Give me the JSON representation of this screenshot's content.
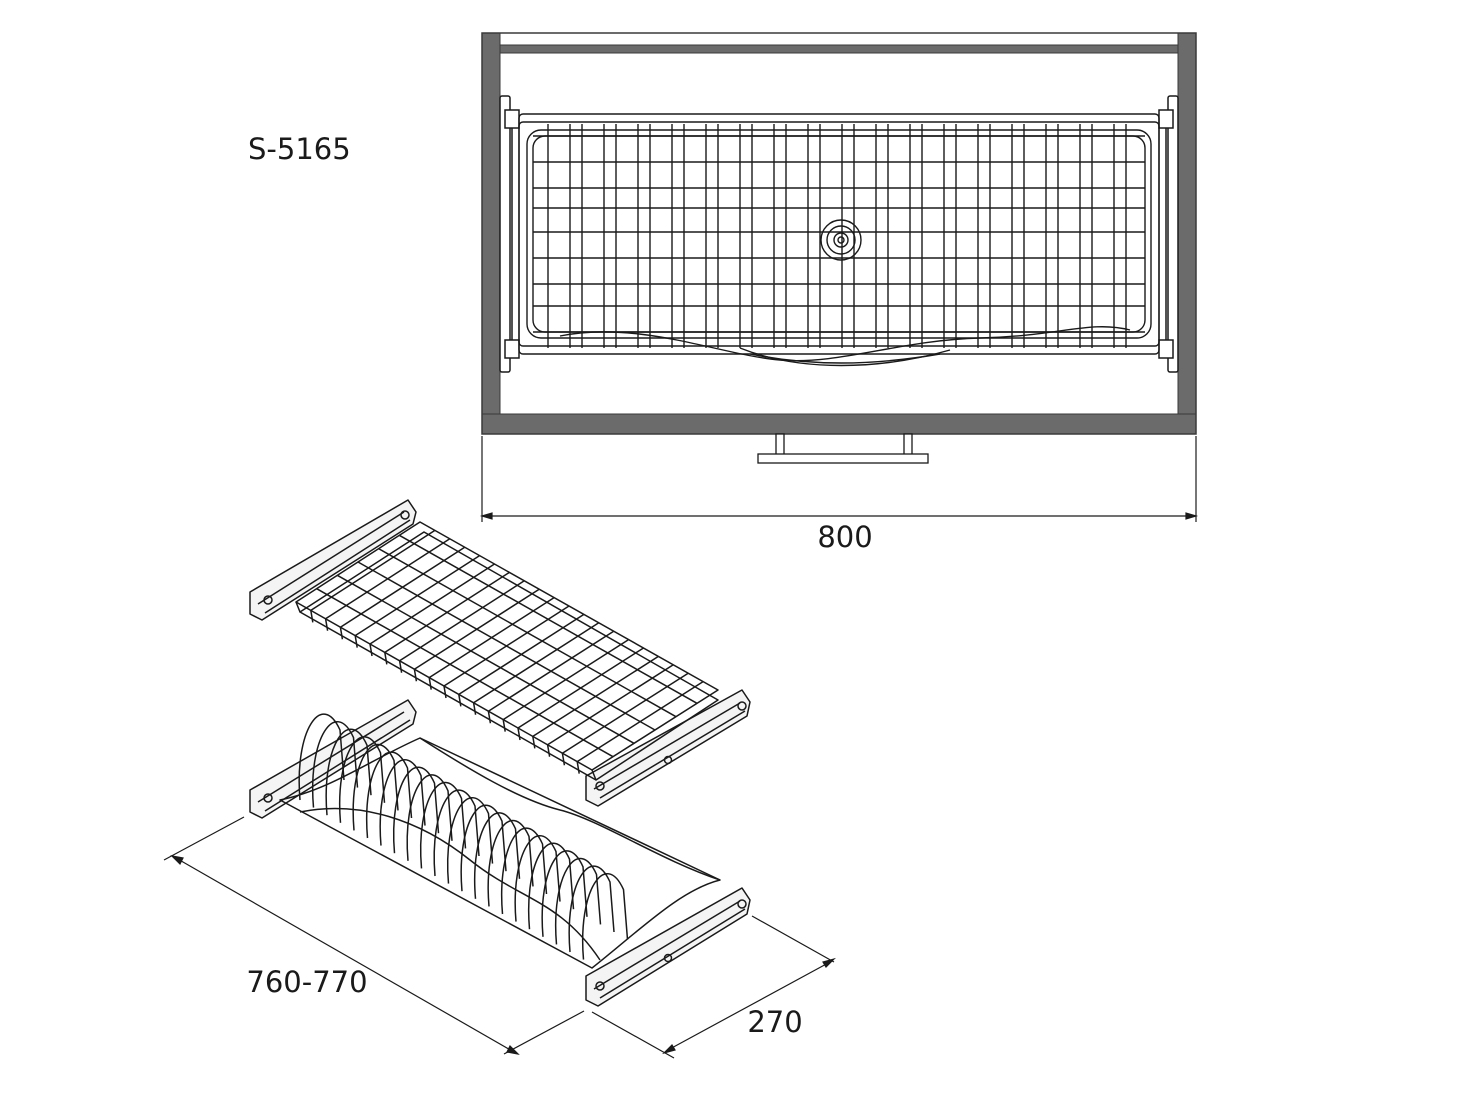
{
  "model_code": "S-5165",
  "dimensions": {
    "cabinet_width": "800",
    "rack_length": "760-770",
    "rack_depth": "270"
  },
  "colors": {
    "line": "#1a1a1a",
    "cabinet_frame": "#6b6b6b",
    "background": "#ffffff"
  }
}
